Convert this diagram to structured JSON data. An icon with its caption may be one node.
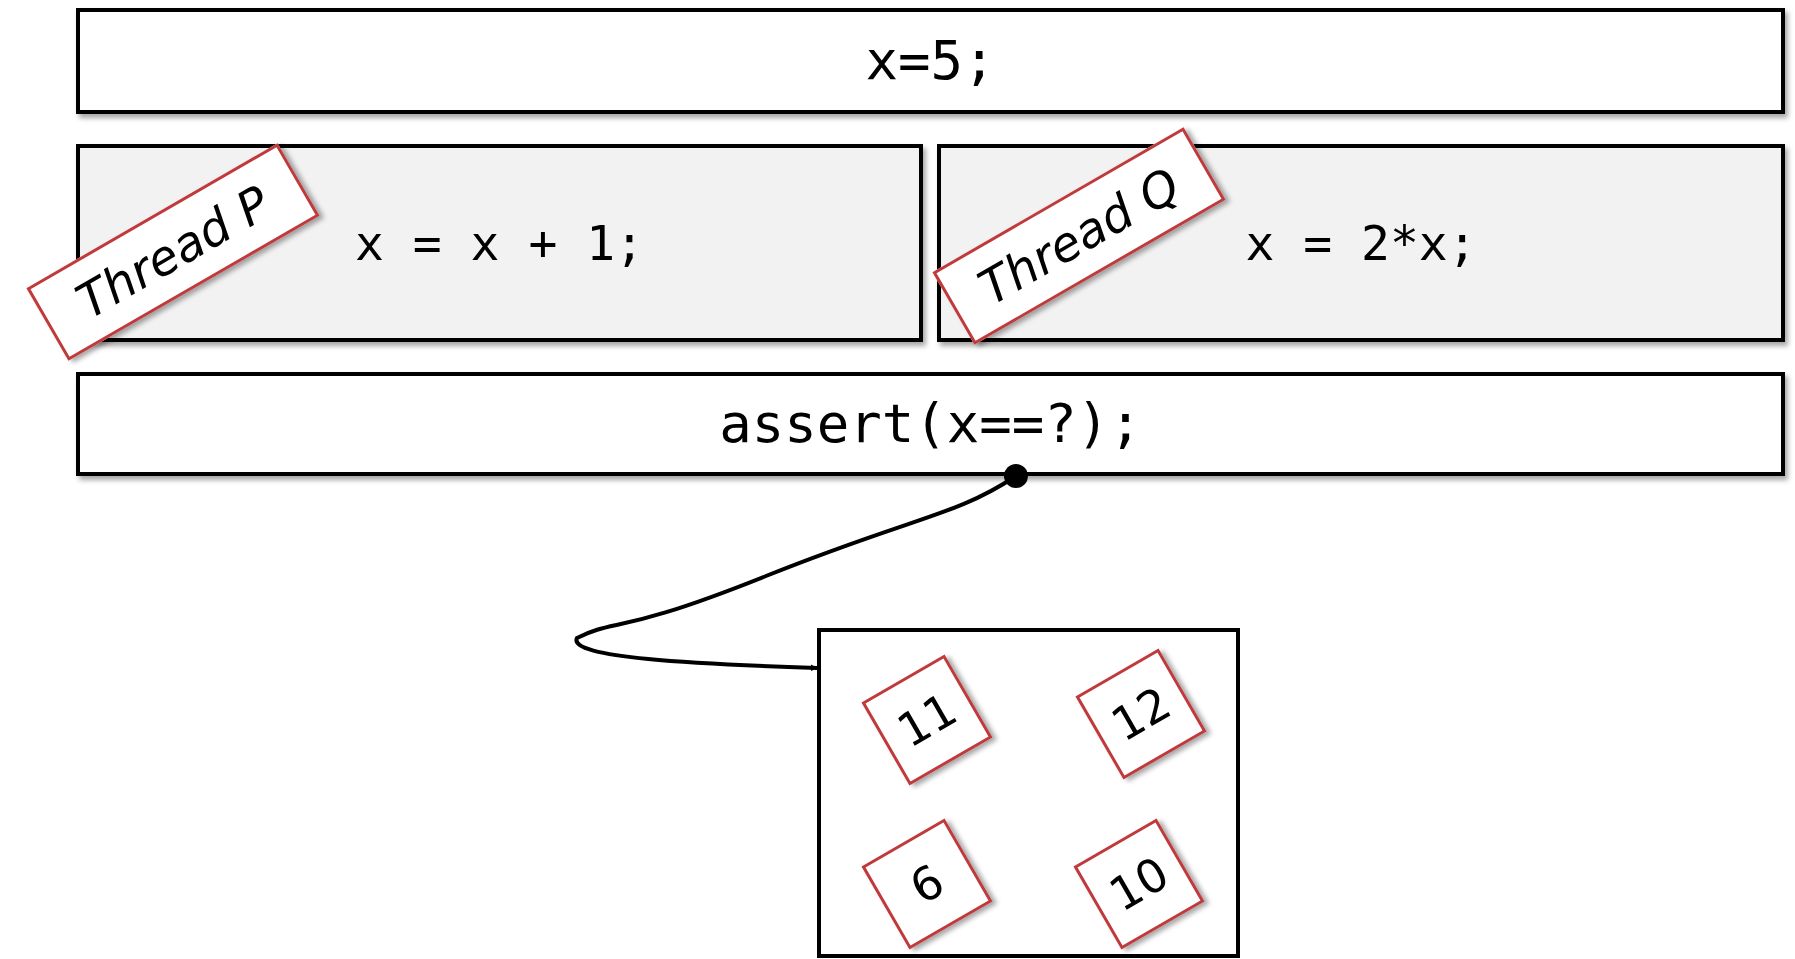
{
  "diagram": {
    "nodes": [
      {
        "text": [
          "x=5;"
        ]
      },
      {
        "text": [
          "x = x + 1;"
        ]
      },
      {
        "text": [
          "Thread P"
        ]
      },
      {
        "text": [
          "x = 2*x;"
        ]
      },
      {
        "text": [
          "Thread Q"
        ]
      },
      {
        "text": [
          "assert(x==?);"
        ]
      },
      {
        "text": [],
        "shape": "box"
      },
      {
        "text": [
          "11"
        ],
        "in": 6
      },
      {
        "text": [
          "12"
        ],
        "in": 6
      },
      {
        "text": [
          "6"
        ],
        "in": 6
      },
      {
        "text": [
          "10"
        ],
        "in": 6
      }
    ],
    "edges": [
      {
        "from": 5,
        "to": 6,
        "arrow": "to"
      }
    ]
  }
}
